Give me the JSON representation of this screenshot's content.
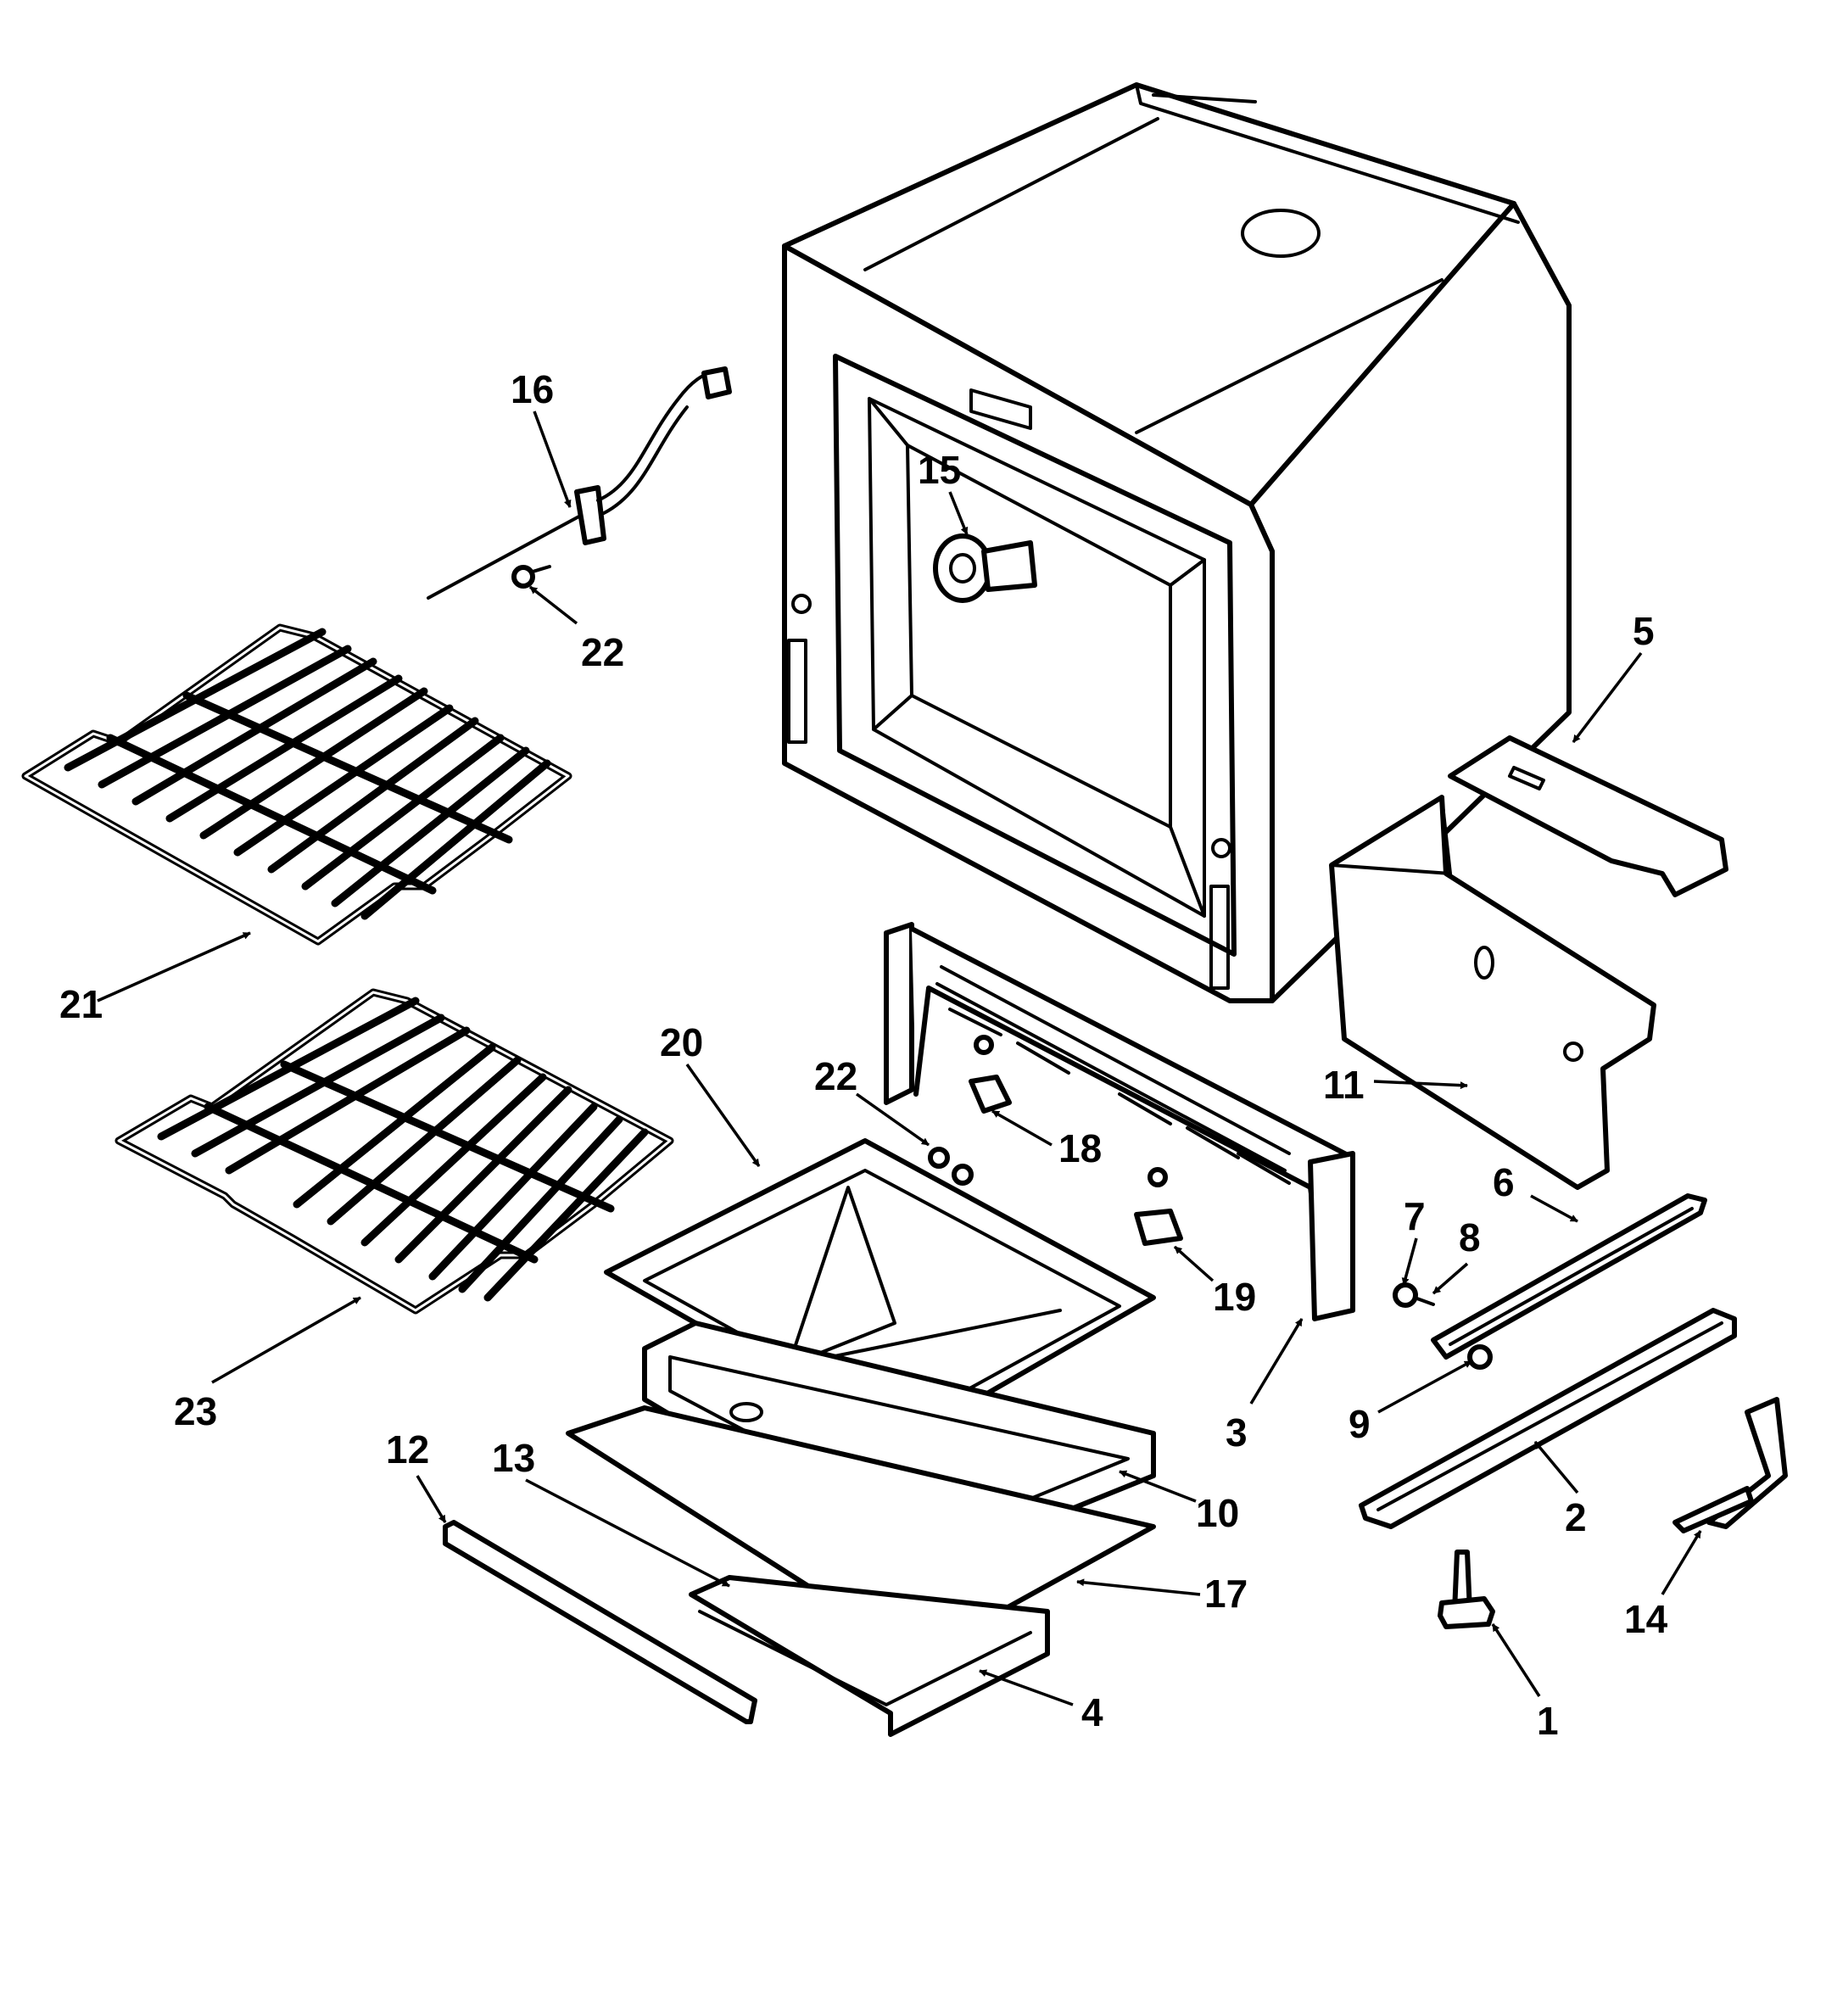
{
  "callouts": [
    {
      "id": "c1",
      "label": "1"
    },
    {
      "id": "c2",
      "label": "2"
    },
    {
      "id": "c3",
      "label": "3"
    },
    {
      "id": "c4",
      "label": "4"
    },
    {
      "id": "c5",
      "label": "5"
    },
    {
      "id": "c6",
      "label": "6"
    },
    {
      "id": "c7",
      "label": "7"
    },
    {
      "id": "c8",
      "label": "8"
    },
    {
      "id": "c9",
      "label": "9"
    },
    {
      "id": "c10",
      "label": "10"
    },
    {
      "id": "c11",
      "label": "11"
    },
    {
      "id": "c12",
      "label": "12"
    },
    {
      "id": "c13",
      "label": "13"
    },
    {
      "id": "c14",
      "label": "14"
    },
    {
      "id": "c15",
      "label": "15"
    },
    {
      "id": "c16",
      "label": "16"
    },
    {
      "id": "c17",
      "label": "17"
    },
    {
      "id": "c18",
      "label": "18"
    },
    {
      "id": "c19",
      "label": "19"
    },
    {
      "id": "c20",
      "label": "20"
    },
    {
      "id": "c21",
      "label": "21"
    },
    {
      "id": "c22a",
      "label": "22"
    },
    {
      "id": "c22b",
      "label": "22"
    },
    {
      "id": "c23",
      "label": "23"
    }
  ]
}
